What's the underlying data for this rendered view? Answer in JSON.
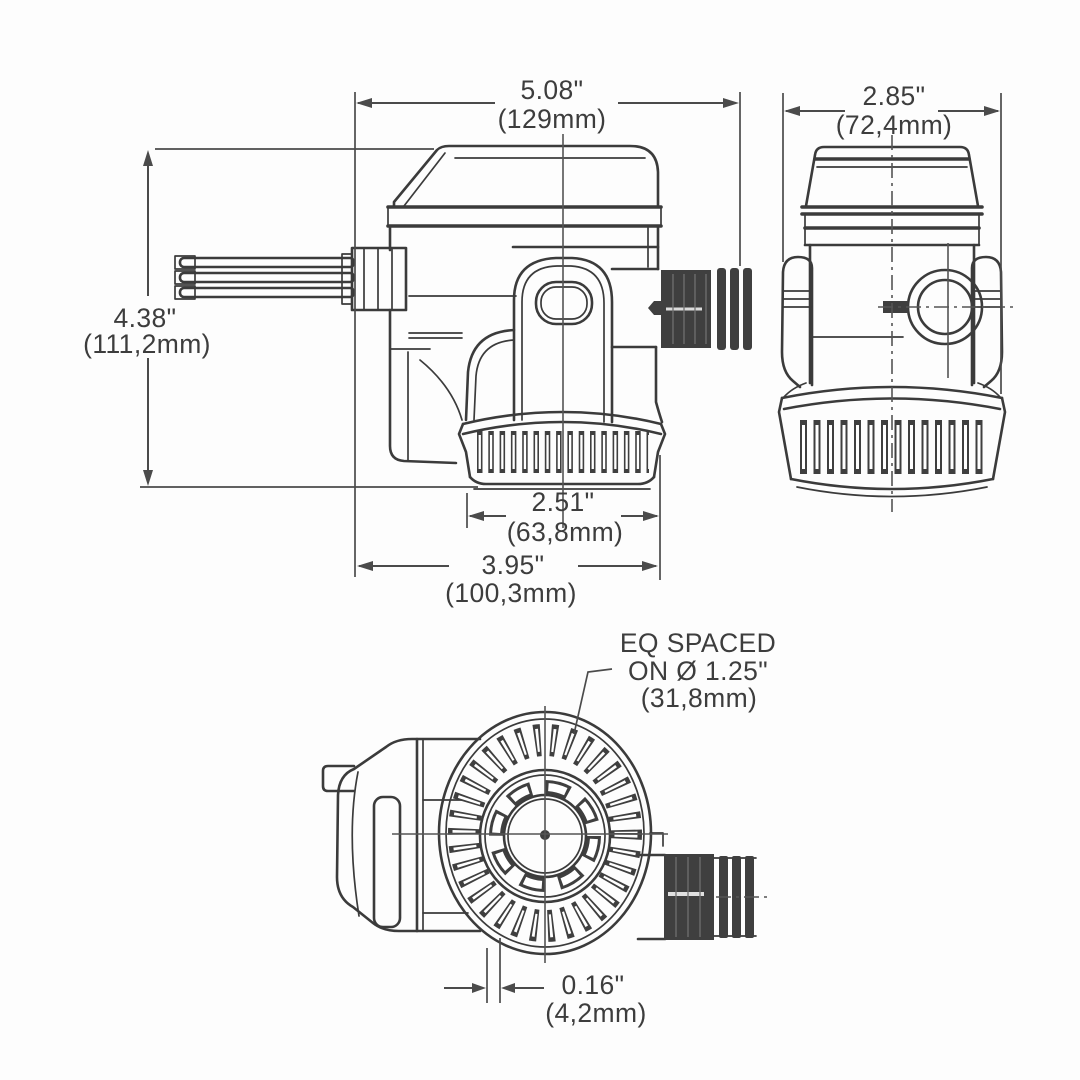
{
  "colors": {
    "background": "#fdfdfd",
    "line": "#3b3b3b",
    "dimension_line": "#4b4b4b",
    "text": "#3d3d3d"
  },
  "dimensions": {
    "overall_width": {
      "inches": "5.08\"",
      "metric": "(129mm)"
    },
    "overall_height": {
      "inches": "4.38\"",
      "metric": "(111,2mm)"
    },
    "front_width": {
      "inches": "2.85\"",
      "metric": "(72,4mm)"
    },
    "strainer_width": {
      "inches": "2.51\"",
      "metric": "(63,8mm)"
    },
    "base_width": {
      "inches": "3.95\"",
      "metric": "(100,3mm)"
    },
    "mount_offset": {
      "inches": "0.16\"",
      "metric": "(4,2mm)"
    }
  },
  "notes": {
    "eq_spaced": {
      "line1": "EQ SPACED",
      "line2": "ON Ø 1.25\"",
      "line3": "(31,8mm)"
    }
  }
}
